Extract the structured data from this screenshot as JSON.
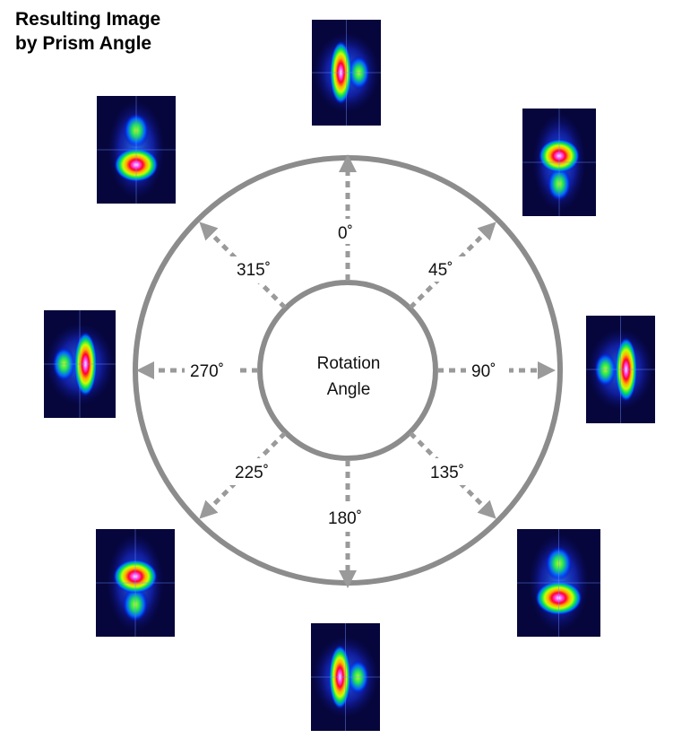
{
  "title": {
    "line1": "Resulting Image",
    "line2": "by Prism Angle"
  },
  "center": {
    "line1": "Rotation",
    "line2": "Angle"
  },
  "angles": [
    {
      "id": "0",
      "label": "0˚"
    },
    {
      "id": "45",
      "label": "45˚"
    },
    {
      "id": "90",
      "label": "90˚"
    },
    {
      "id": "135",
      "label": "135˚"
    },
    {
      "id": "180",
      "label": "180˚"
    },
    {
      "id": "225",
      "label": "225˚"
    },
    {
      "id": "270",
      "label": "270˚"
    },
    {
      "id": "315",
      "label": "315˚"
    }
  ],
  "colors": {
    "ring": "#8c8c8c",
    "arrow": "#9a9a9a",
    "beam_background": "#06063c"
  }
}
